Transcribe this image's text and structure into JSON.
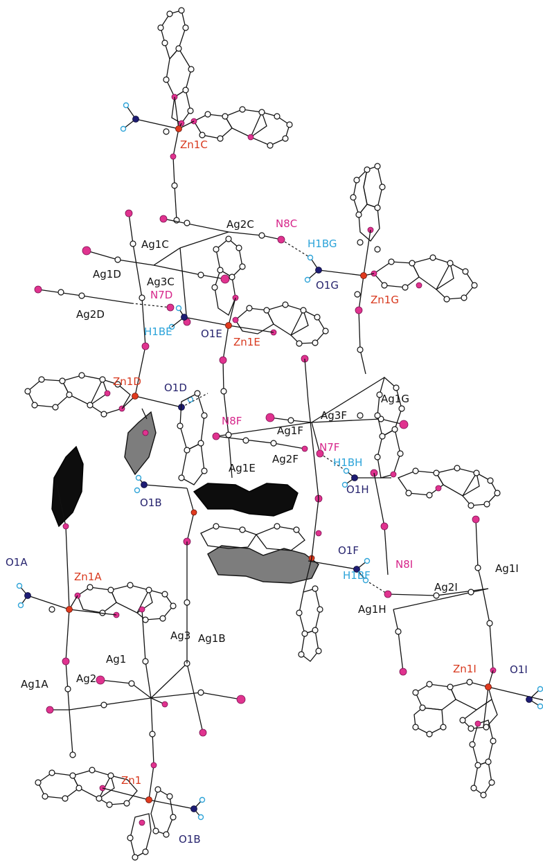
{
  "colors": {
    "ag_label": "#111111",
    "zn_label": "#d8391e",
    "n_label": "#d6258a",
    "o_label": "#27246e",
    "h_label": "#2ba3d9"
  },
  "labels": {
    "zn1c": "Zn1C",
    "ag2c": "Ag2C",
    "n8c": "N8C",
    "h1bg": "H1BG",
    "ag1c": "Ag1C",
    "ag1d": "Ag1D",
    "ag3c": "Ag3C",
    "o1g": "O1G",
    "zn1g": "Zn1G",
    "n7d": "N7D",
    "ag2d": "Ag2D",
    "h1be": "H1BE",
    "o1e": "O1E",
    "zn1e": "Zn1E",
    "zn1d": "Zn1D",
    "o1d": "O1D",
    "ag1g": "Ag1G",
    "ag3f": "Ag3F",
    "ag1f": "Ag1F",
    "n7f": "N7F",
    "n8f": "N8F",
    "h1bh": "H1BH",
    "ag2f": "Ag2F",
    "ag1e": "Ag1E",
    "o1h": "O1H",
    "o1b_top": "O1B",
    "o1a": "O1A",
    "o1f": "O1F",
    "ag1i": "Ag1I",
    "zn1a": "Zn1A",
    "h1bf": "H1BF",
    "n8i": "N8I",
    "ag2i": "Ag2I",
    "ag1h": "Ag1H",
    "ag3": "Ag3",
    "ag1b": "Ag1B",
    "ag1": "Ag1",
    "ag1a": "Ag1A",
    "ag2": "Ag2",
    "zn1i": "Zn1I",
    "o1i": "O1I",
    "zn1": "Zn1",
    "o1b_bottom": "O1B"
  }
}
